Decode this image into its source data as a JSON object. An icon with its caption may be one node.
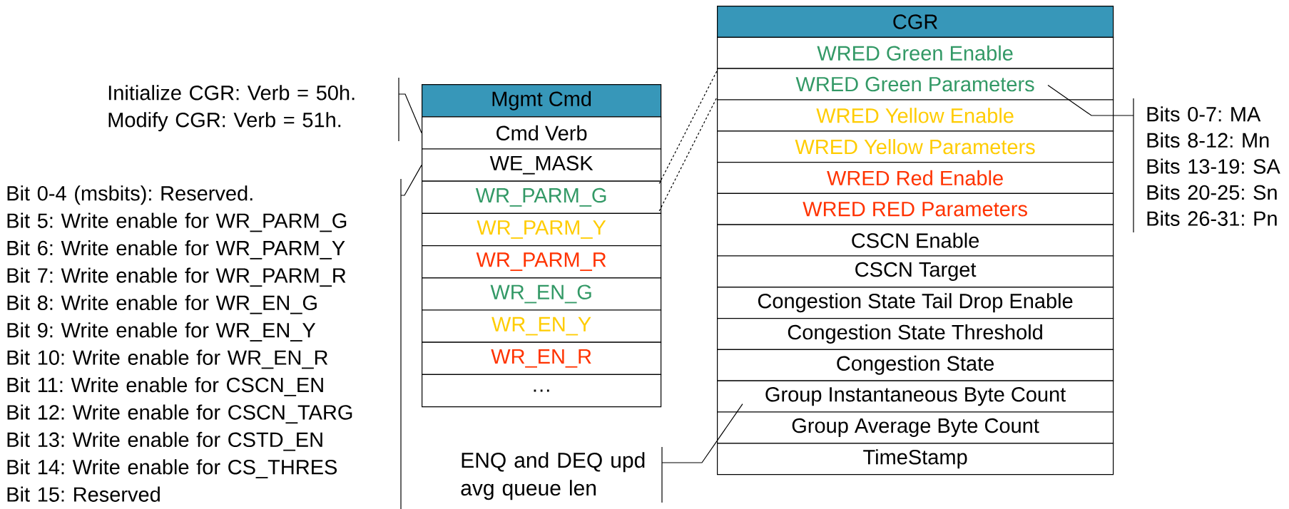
{
  "diagram": {
    "nodes": [
      {
        "text": [
          "Initialize CGR: Verb = 50h.",
          "Modify CGR: Verb = 51h."
        ]
      },
      {
        "text": [
          "Bit 0-4 (msbits): Reserved.",
          "Bit 5: Write enable for WR_PARM_G",
          "Bit 6: Write enable for WR_PARM_Y",
          "Bit 7: Write enable for WR_PARM_R",
          "Bit 8: Write enable for WR_EN_G",
          "Bit 9: Write enable for WR_EN_Y",
          "Bit 10: Write enable for WR_EN_R",
          "Bit 11: Write enable for CSCN_EN",
          "Bit 12: Write enable for CSCN_TARG",
          "Bit 13: Write enable for CSTD_EN",
          "Bit 14: Write enable for CS_THRES",
          "Bit 15: Reserved"
        ]
      },
      {
        "text": [
          "Mgmt Cmd"
        ]
      },
      {
        "text": [
          "Cmd Verb"
        ]
      },
      {
        "text": [
          "WE_MASK"
        ]
      },
      {
        "text": [
          "WR_PARM_G"
        ]
      },
      {
        "text": [
          "WR_PARM_Y"
        ]
      },
      {
        "text": [
          "WR_PARM_R"
        ]
      },
      {
        "text": [
          "WR_EN_G"
        ]
      },
      {
        "text": [
          "WR_EN_Y"
        ]
      },
      {
        "text": [
          "WR_EN_R"
        ]
      },
      {
        "text": [
          "…"
        ]
      },
      {
        "text": [
          "CGR"
        ]
      },
      {
        "text": [
          "WRED Green Enable"
        ]
      },
      {
        "text": [
          "WRED Green Parameters"
        ]
      },
      {
        "text": [
          "WRED Yellow Enable"
        ]
      },
      {
        "text": [
          "WRED Yellow Parameters"
        ]
      },
      {
        "text": [
          "WRED Red Enable"
        ]
      },
      {
        "text": [
          "WRED RED Parameters"
        ]
      },
      {
        "text": [
          "CSCN Enable"
        ]
      },
      {
        "text": [
          "CSCN Target"
        ]
      },
      {
        "text": [
          "Congestion State Tail Drop Enable"
        ]
      },
      {
        "text": [
          "Congestion State Threshold"
        ]
      },
      {
        "text": [
          "Congestion State"
        ]
      },
      {
        "text": [
          "Group Instantaneous Byte Count"
        ]
      },
      {
        "text": [
          "Group Average Byte Count"
        ]
      },
      {
        "text": [
          "TimeStamp"
        ]
      },
      {
        "text": [
          "Bits 0-7: MA",
          "Bits 8-12: Mn",
          "Bits 13-19: SA",
          "Bits 20-25: Sn",
          "Bits 26-31: Pn"
        ]
      },
      {
        "text": [
          "ENQ and DEQ upd avg queue len"
        ]
      }
    ],
    "edges": [
      {
        "from": 0,
        "to": 3,
        "arrow": "none"
      },
      {
        "from": 1,
        "to": 4,
        "arrow": "none"
      },
      {
        "from": 5,
        "to": 14,
        "arrow": "none",
        "style": "dashed"
      },
      {
        "from": 27,
        "to": 14,
        "arrow": "none"
      },
      {
        "from": 28,
        "to": 24,
        "arrow": "none"
      }
    ]
  }
}
